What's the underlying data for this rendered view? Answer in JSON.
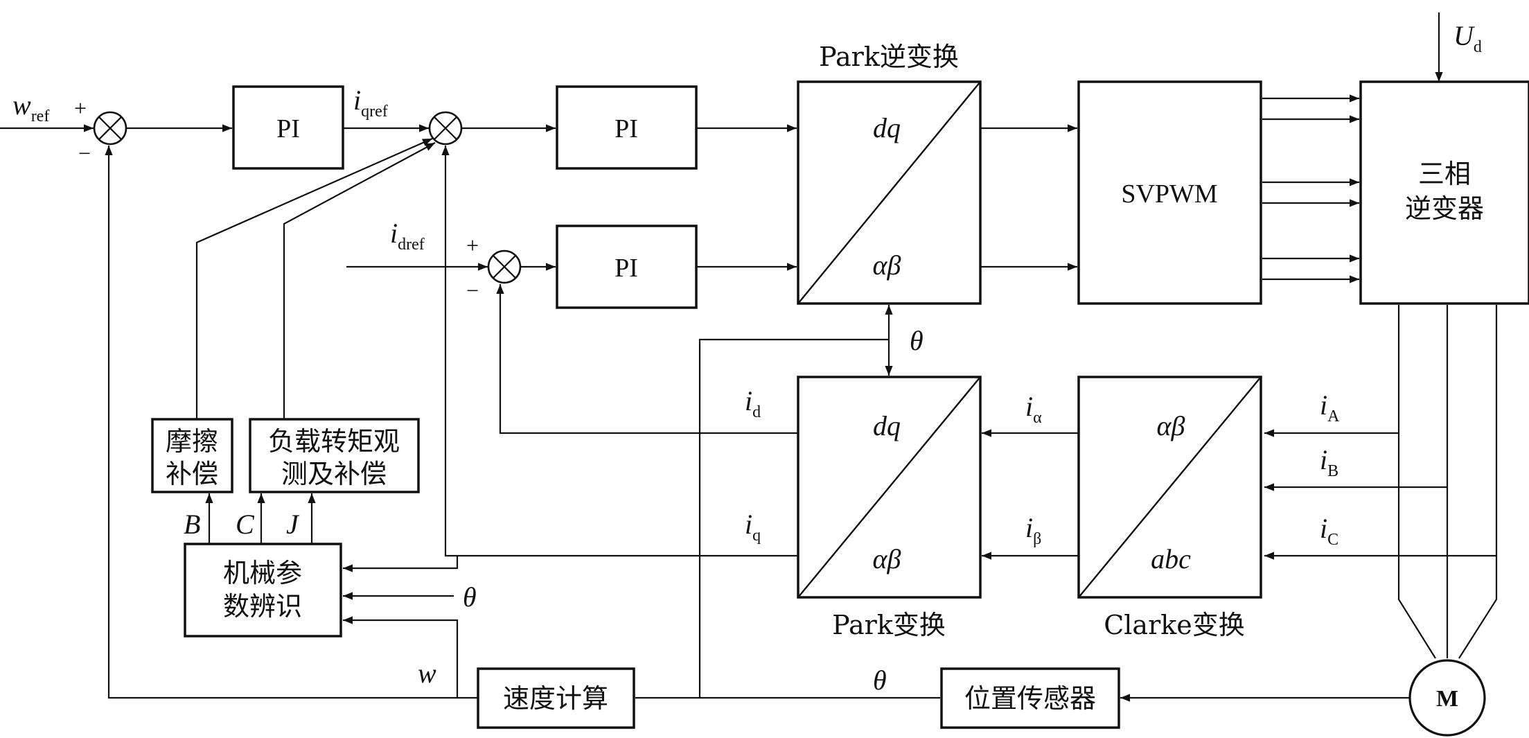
{
  "blocks": {
    "pi_speed": "PI",
    "pi_q": "PI",
    "pi_d": "PI",
    "svpwm": "SVPWM",
    "inverter": [
      "三相",
      "逆变器"
    ],
    "friction": [
      "摩擦",
      "补偿"
    ],
    "load_torque": [
      "负载转矩观",
      "测及补偿"
    ],
    "mech_id": [
      "机械参",
      "数辨识"
    ],
    "speed_calc": "速度计算",
    "position_sensor": "位置传感器",
    "motor": "M"
  },
  "transforms": {
    "inv_park": {
      "title": "Park逆变换",
      "top": "dq",
      "bottom": "αβ"
    },
    "park": {
      "title": "Park变换",
      "top": "dq",
      "bottom": "αβ"
    },
    "clarke": {
      "title": "Clarke变换",
      "top": "αβ",
      "bottom": "abc"
    }
  },
  "signals": {
    "w_ref": {
      "base": "w",
      "sub": "ref"
    },
    "iq_ref": {
      "base": "i",
      "sub": "qref"
    },
    "id_ref": {
      "base": "i",
      "sub": "dref"
    },
    "ud": {
      "base": "U",
      "sub": "d"
    },
    "theta_top": "θ",
    "id": {
      "base": "i",
      "sub": "d"
    },
    "iq": {
      "base": "i",
      "sub": "q"
    },
    "ialpha": {
      "base": "i",
      "sub": "α"
    },
    "ibeta": {
      "base": "i",
      "sub": "β"
    },
    "ia": {
      "base": "i",
      "sub": "A"
    },
    "ib": {
      "base": "i",
      "sub": "B"
    },
    "ic": {
      "base": "i",
      "sub": "C"
    },
    "b": "B",
    "c": "C",
    "j": "J",
    "theta_mech": "θ",
    "w": "w",
    "theta_bottom": "θ"
  },
  "signs": {
    "sum1_plus": "+",
    "sum1_minus": "−",
    "sum3_plus": "+",
    "sum3_minus": "−"
  }
}
